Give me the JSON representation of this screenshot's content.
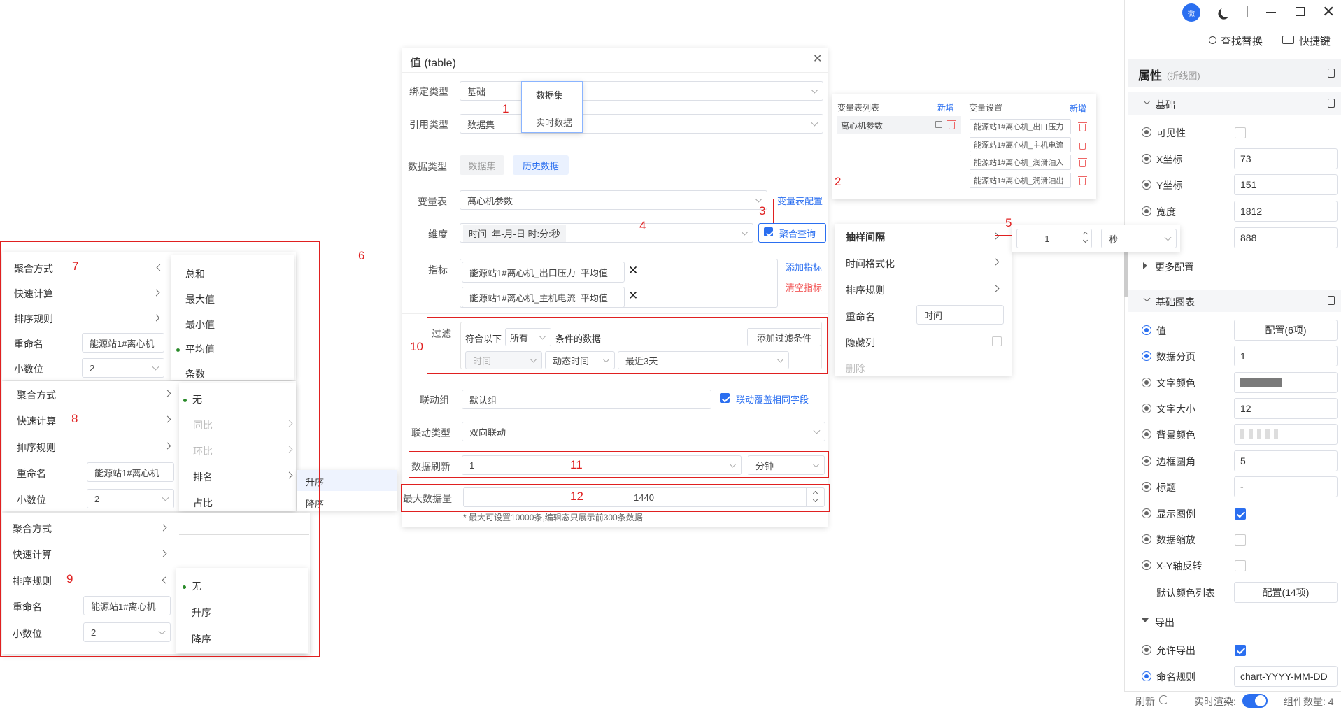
{
  "top_bar": {
    "avatar_text": "微",
    "find_replace": "查找替换",
    "shortcut": "快捷键"
  },
  "props_panel": {
    "title": "属性",
    "subtitle": "(折线图)",
    "basic_section": "基础",
    "visible_label": "可见性",
    "x_label": "X坐标",
    "x_value": "73",
    "y_label": "Y坐标",
    "y_value": "151",
    "width_label": "宽度",
    "width_value": "1812",
    "height_value": "888",
    "more_config": "更多配置",
    "chart_section": "基础图表",
    "value_label": "值",
    "value_btn": "配置(6项)",
    "page_label": "数据分页",
    "page_value": "1",
    "text_color_label": "文字颜色",
    "font_size_label": "文字大小",
    "font_size_value": "12",
    "bg_color_label": "背景颜色",
    "radius_label": "边框圆角",
    "radius_value": "5",
    "title_label": "标题",
    "title_value": "-",
    "legend_label": "显示图例",
    "zoom_label": "数据缩放",
    "swap_label": "X-Y轴反转",
    "palette_label": "默认颜色列表",
    "palette_btn": "配置(14项)",
    "export_section": "导出",
    "allow_export_label": "允许导出",
    "naming_label": "命名规则",
    "naming_value": "chart-YYYY-MM-DD",
    "text_color": "#7a7a7a"
  },
  "status_bar": {
    "refresh": "刷新",
    "realtime": "实时渲染:",
    "count": "组件数量: 4"
  },
  "dialog": {
    "title": "值 (table)",
    "bind_label": "绑定类型",
    "bind_value": "基础",
    "ref_label": "引用类型",
    "ref_value": "数据集",
    "ref_options": [
      "数据集",
      "实时数据"
    ],
    "dtype_label": "数据类型",
    "dtype_tabs": [
      "数据集",
      "历史数据"
    ],
    "var_label": "变量表",
    "var_value": "离心机参数",
    "var_link": "变量表配置",
    "dim_label": "维度",
    "dim_tag": "时间  年-月-日 时:分:秒",
    "agg_query": "聚合查询",
    "metric_label": "指标",
    "metrics": [
      "能源站1#离心机_出口压力  平均值",
      "能源站1#离心机_主机电流  平均值"
    ],
    "add_metric": "添加指标",
    "clear_metric": "清空指标",
    "filter_label": "过滤",
    "filter_prefix": "符合以下",
    "filter_mode": "所有",
    "filter_suffix": "条件的数据",
    "add_filter": "添加过滤条件",
    "filter_field": "时间",
    "filter_type": "动态时间",
    "filter_range": "最近3天",
    "link_group_label": "联动组",
    "link_group_value": "默认组",
    "link_cover": "联动覆盖相同字段",
    "link_type_label": "联动类型",
    "link_type_value": "双向联动",
    "refresh_label": "数据刷新",
    "refresh_value": "1",
    "refresh_unit": "分钟",
    "max_label": "最大数据量",
    "max_value": "1440",
    "max_hint": "* 最大可设置10000条,编辑态只展示前300条数据"
  },
  "var_panel": {
    "list_title": "变量表列表",
    "list_add": "新增",
    "list_item": "离心机参数",
    "settings_title": "变量设置",
    "settings_add": "新增",
    "settings": [
      "能源站1#离心机_出口压力",
      "能源站1#离心机_主机电流",
      "能源站1#离心机_润滑油入",
      "能源站1#离心机_润滑油出"
    ]
  },
  "dim_menu": {
    "items": [
      "抽样间隔",
      "时间格式化",
      "排序规则",
      "重命名",
      "隐藏列",
      "删除"
    ],
    "rename_value": "时间",
    "sample_value": "1",
    "sample_unit": "秒"
  },
  "menu7": {
    "items": [
      "聚合方式",
      "快速计算",
      "排序规则",
      "重命名",
      "小数位"
    ],
    "rename_value": "能源站1#离心机",
    "decimal_value": "2",
    "sub": [
      "总和",
      "最大值",
      "最小值",
      "平均值",
      "条数"
    ]
  },
  "menu8": {
    "items": [
      "聚合方式",
      "快速计算",
      "排序规则",
      "重命名",
      "小数位"
    ],
    "rename_value": "能源站1#离心机",
    "decimal_value": "2",
    "sub": [
      "无",
      "同比",
      "环比",
      "排名",
      "占比"
    ],
    "sort": [
      "升序",
      "降序"
    ]
  },
  "menu9": {
    "items": [
      "聚合方式",
      "快速计算",
      "排序规则",
      "重命名",
      "小数位"
    ],
    "rename_value": "能源站1#离心机",
    "decimal_value": "2",
    "sub": [
      "无",
      "升序",
      "降序"
    ]
  },
  "annotations": [
    "1",
    "2",
    "3",
    "4",
    "5",
    "6",
    "7",
    "8",
    "9",
    "10",
    "11",
    "12"
  ]
}
